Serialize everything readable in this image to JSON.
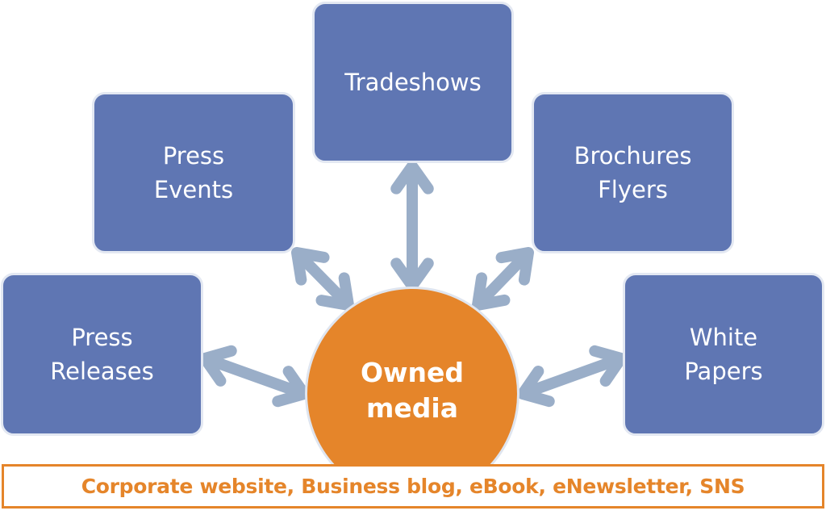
{
  "diagram": {
    "center": {
      "label_lines": [
        "Owned",
        "media"
      ],
      "color": "#e5852a"
    },
    "nodes": [
      {
        "id": "tradeshows",
        "label_lines": [
          "Tradeshows"
        ]
      },
      {
        "id": "press-events",
        "label_lines": [
          "Press",
          "Events"
        ]
      },
      {
        "id": "brochures-flyers",
        "label_lines": [
          "Brochures",
          "Flyers"
        ]
      },
      {
        "id": "press-releases",
        "label_lines": [
          "Press",
          "Releases"
        ]
      },
      {
        "id": "white-papers",
        "label_lines": [
          "White",
          "Papers"
        ]
      }
    ],
    "connections": [
      {
        "from": "center",
        "to": "tradeshows",
        "type": "bidirectional"
      },
      {
        "from": "center",
        "to": "press-events",
        "type": "bidirectional"
      },
      {
        "from": "center",
        "to": "brochures-flyers",
        "type": "bidirectional"
      },
      {
        "from": "center",
        "to": "press-releases",
        "type": "bidirectional"
      },
      {
        "from": "center",
        "to": "white-papers",
        "type": "bidirectional"
      }
    ],
    "node_color": "#5f76b3",
    "arrow_color": "#9aaec8",
    "footer": "Corporate website, Business blog, eBook,  eNewsletter, SNS"
  }
}
